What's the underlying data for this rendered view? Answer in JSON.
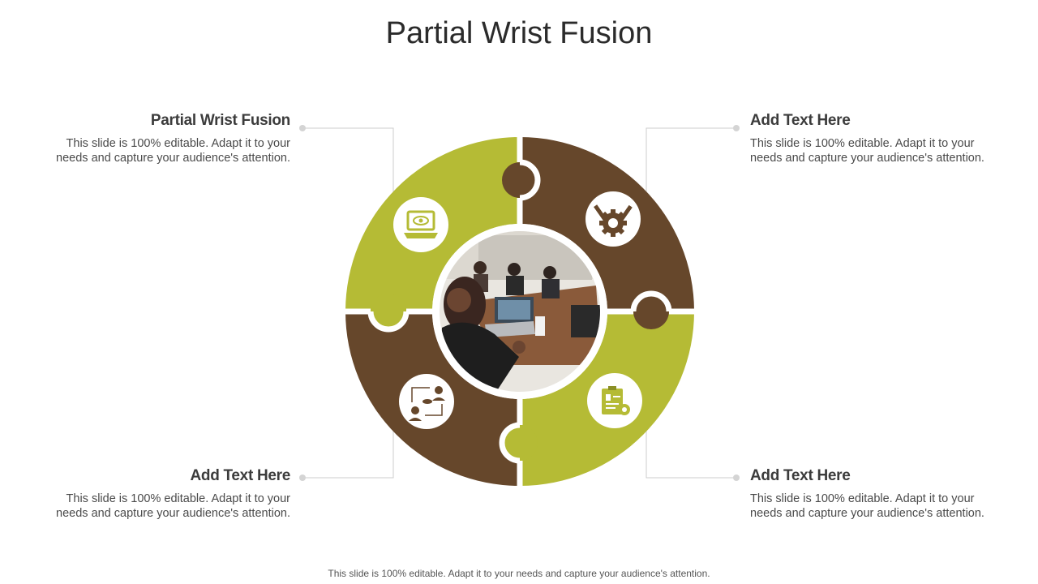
{
  "title": "Partial Wrist Fusion",
  "blocks": [
    {
      "heading": "Partial Wrist Fusion",
      "text": "This slide is 100% editable. Adapt it to your needs and capture your audience's attention."
    },
    {
      "heading": "Add Text Here",
      "text": "This slide is 100% editable. Adapt it to your needs and capture your audience's attention."
    },
    {
      "heading": "Add Text Here",
      "text": "This slide is 100% editable. Adapt it to your needs and capture your audience's attention."
    },
    {
      "heading": "Add Text Here",
      "text": "This slide is 100% editable. Adapt it to your needs and capture your audience's attention."
    }
  ],
  "footer": "This slide is 100% editable. Adapt it to your needs and capture your audience's attention.",
  "colors": {
    "olive": "#b5bb35",
    "brown": "#66472b",
    "connector": "#cccccc"
  },
  "icons": [
    "laptop-eye-icon",
    "wrench-gear-icon",
    "people-exchange-icon",
    "clipboard-gear-icon"
  ]
}
